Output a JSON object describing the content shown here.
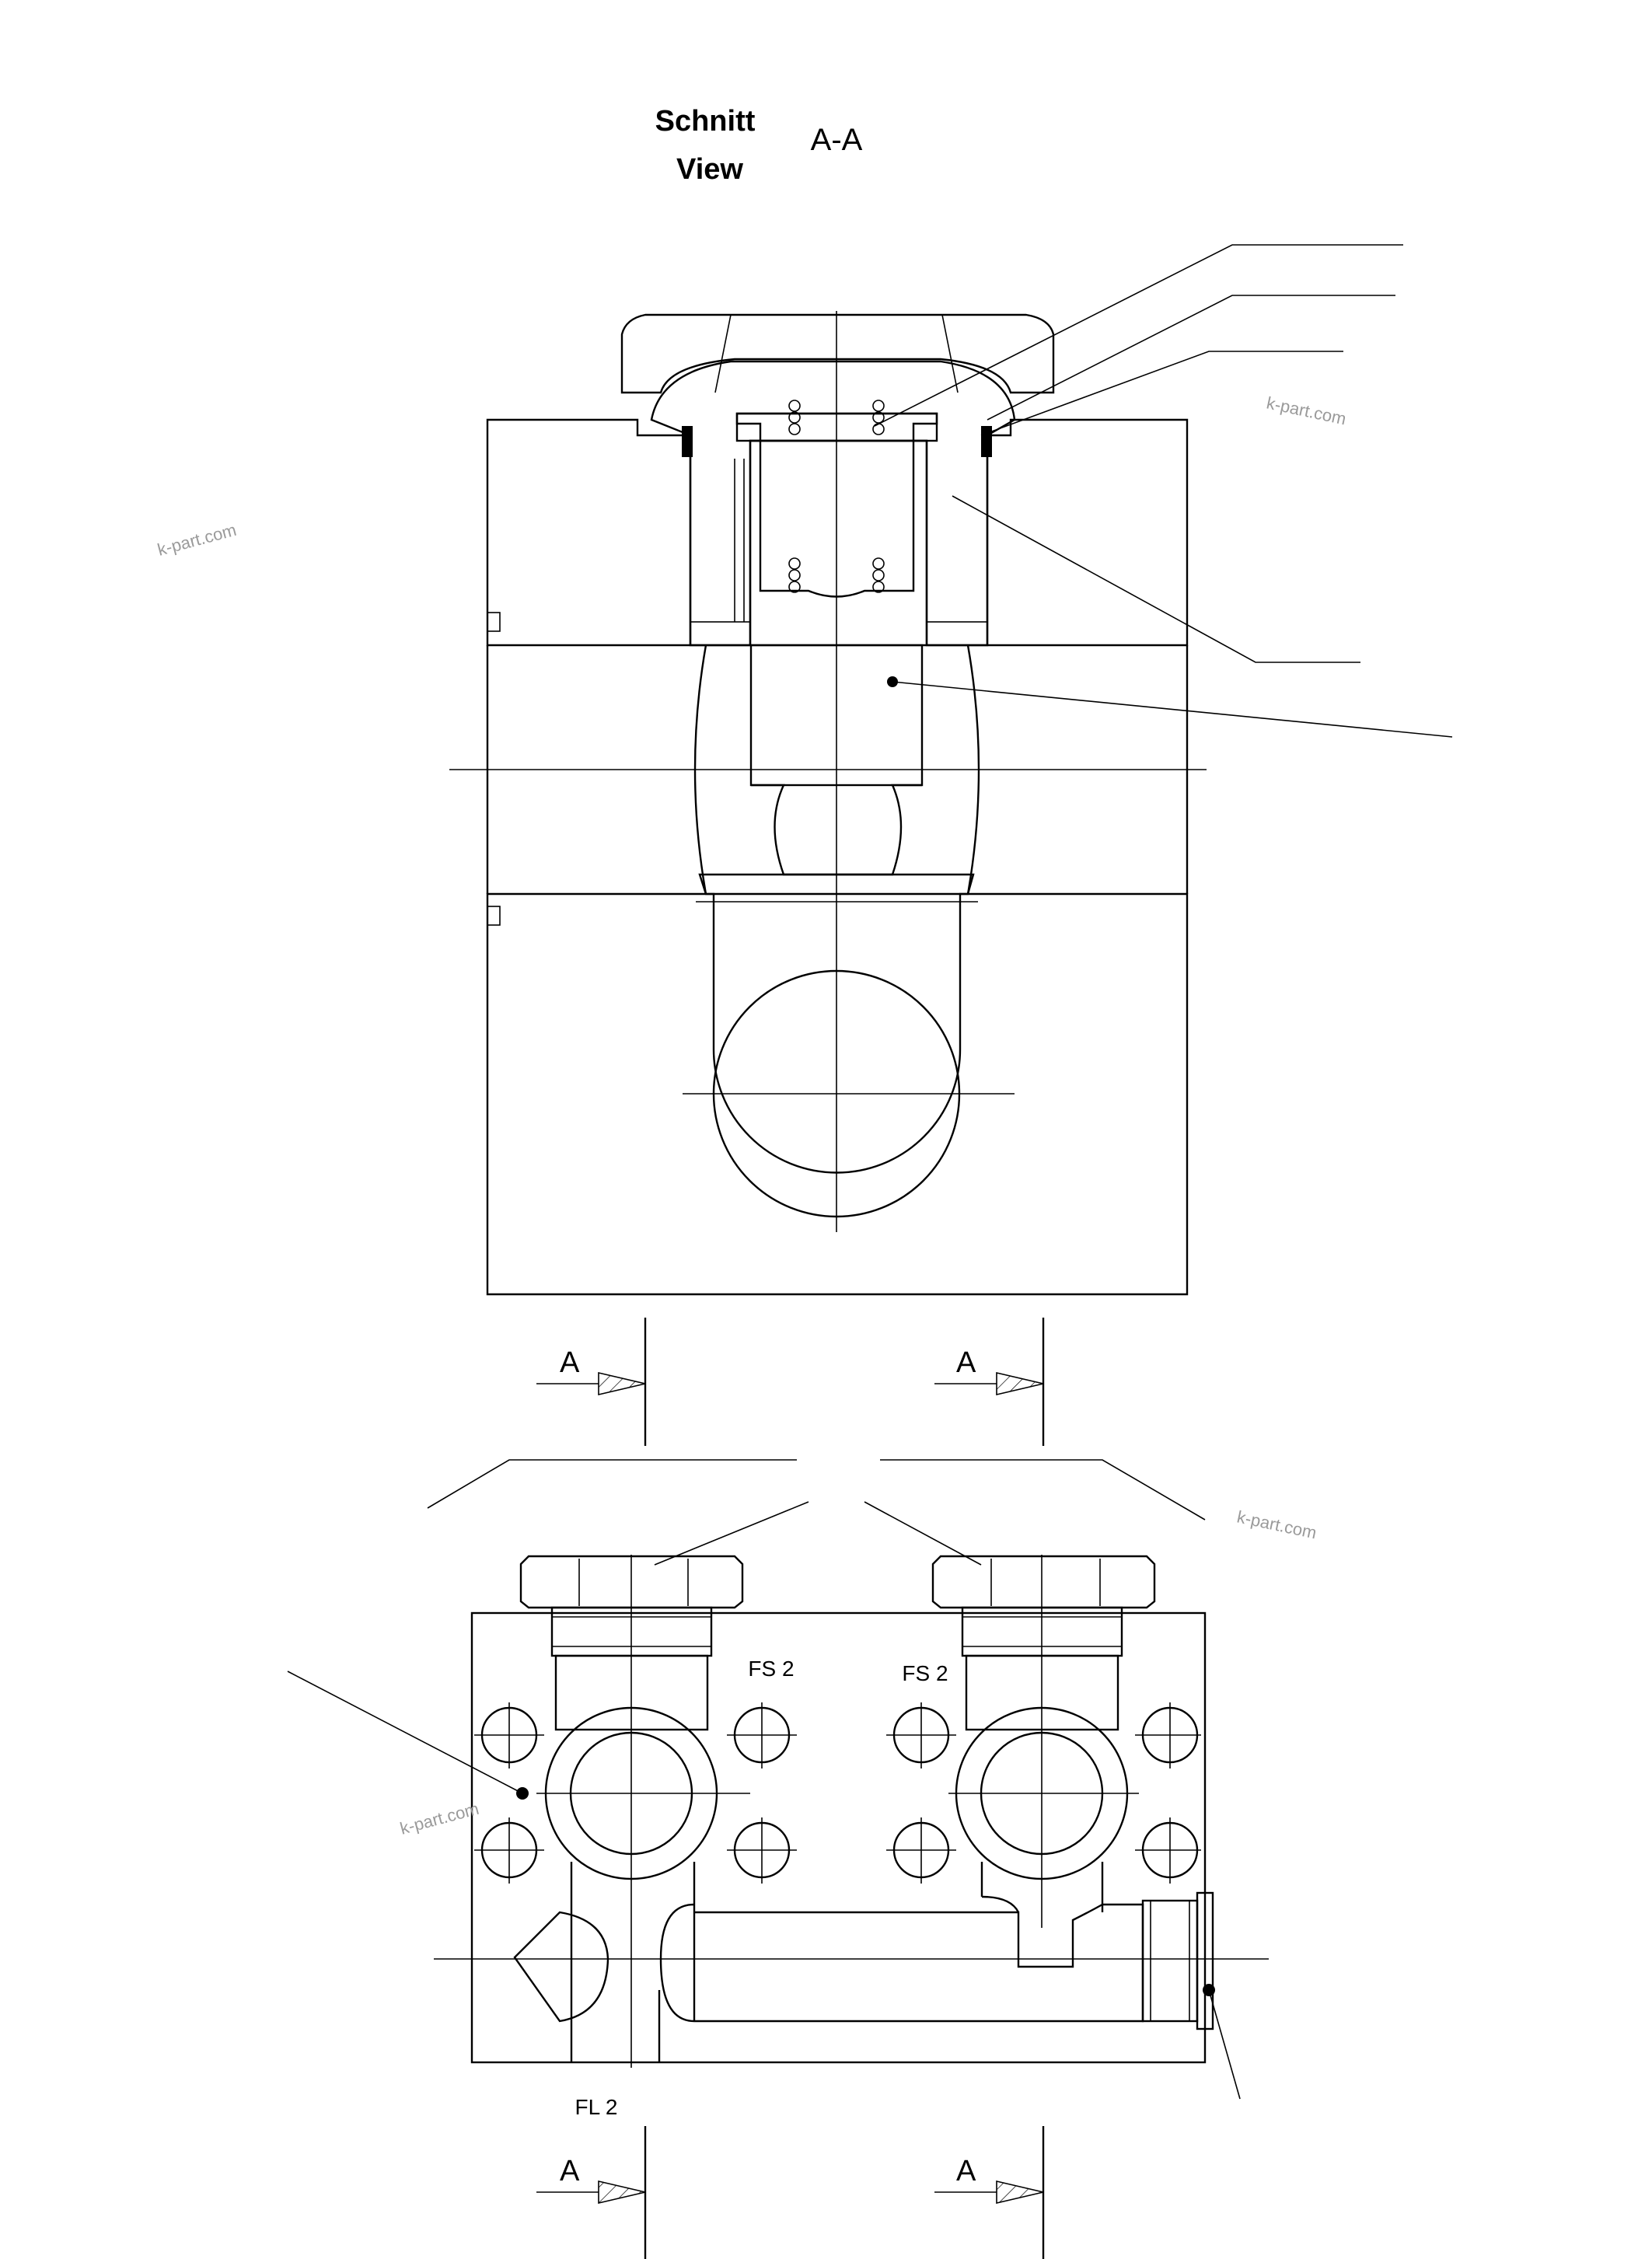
{
  "title": {
    "line1": "Schnitt",
    "line2": "View",
    "section": "A-A"
  },
  "watermark": "k-part.com",
  "section_markers": [
    "A",
    "A",
    "A",
    "A"
  ],
  "port_labels": {
    "left_top": "FS 2",
    "right_top": "FS 2",
    "bottom": "FL 2"
  }
}
